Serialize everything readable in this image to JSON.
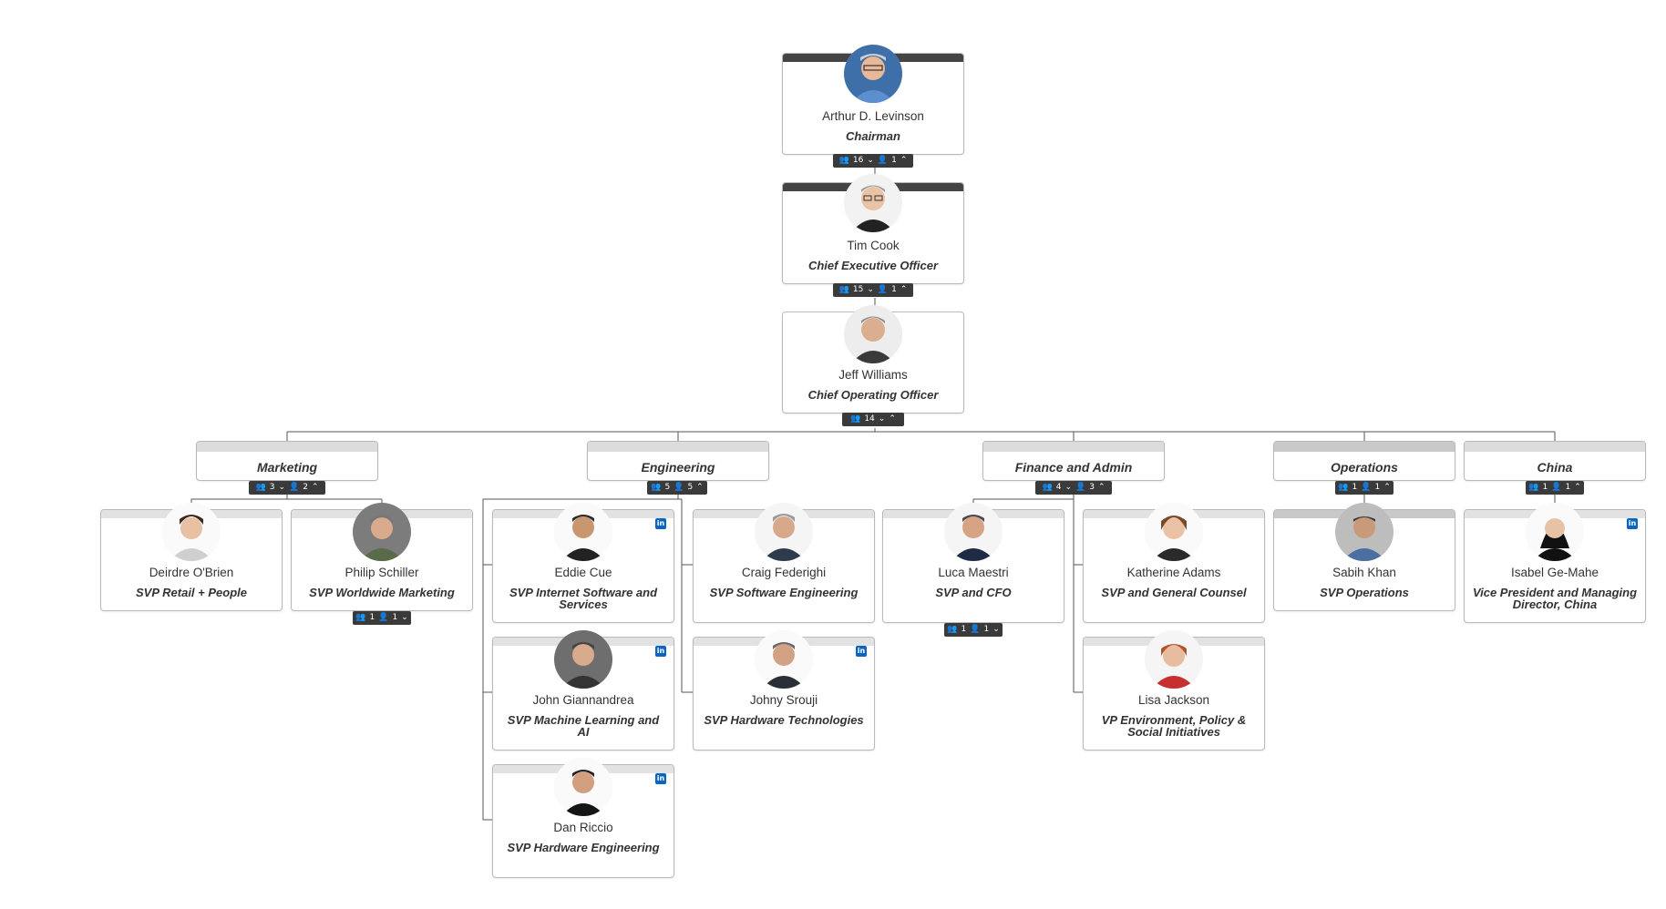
{
  "chart": {
    "chairman": {
      "name": "Arthur D. Levinson",
      "title": "Chairman",
      "team": "16",
      "reports": "1"
    },
    "ceo": {
      "name": "Tim Cook",
      "title": "Chief Executive Officer",
      "team": "15",
      "reports": "1"
    },
    "coo": {
      "name": "Jeff Williams",
      "title": "Chief Operating Officer",
      "team": "14"
    },
    "departments": [
      {
        "name": "Marketing",
        "team": "3",
        "reports": "2"
      },
      {
        "name": "Engineering",
        "team": "5",
        "reports": "5"
      },
      {
        "name": "Finance and Admin",
        "team": "4",
        "reports": "3"
      },
      {
        "name": "Operations",
        "team": "1",
        "reports": "1"
      },
      {
        "name": "China",
        "team": "1",
        "reports": "1"
      }
    ],
    "people": [
      {
        "name": "Deirdre O'Brien",
        "title": "SVP Retail + People"
      },
      {
        "name": "Philip Schiller",
        "title": "SVP Worldwide Marketing",
        "team": "1",
        "reports": "1"
      },
      {
        "name": "Eddie Cue",
        "title": "SVP Internet Software and Services",
        "badge": "in"
      },
      {
        "name": "John Giannandrea",
        "title": "SVP Machine Learning and AI",
        "badge": "in"
      },
      {
        "name": "Dan Riccio",
        "title": "SVP Hardware Engineering",
        "badge": "in"
      },
      {
        "name": "Craig Federighi",
        "title": "SVP Software Engineering"
      },
      {
        "name": "Johny Srouji",
        "title": "SVP Hardware Technologies",
        "badge": "in"
      },
      {
        "name": "Luca Maestri",
        "title": "SVP and CFO",
        "team": "1",
        "reports": "1"
      },
      {
        "name": "Katherine Adams",
        "title": "SVP and General Counsel"
      },
      {
        "name": "Lisa Jackson",
        "title": "VP Environment, Policy & Social Initiatives"
      },
      {
        "name": "Sabih Khan",
        "title": "SVP Operations"
      },
      {
        "name": "Isabel Ge-Mahe",
        "title": "Vice President and Managing Director, China",
        "badge": "in"
      }
    ]
  },
  "colors": {
    "line": "#555555",
    "control": "#3a3a3a",
    "border": "#b9b9b9",
    "linkedin": "#0a66c2"
  },
  "icons": {
    "team": "people-icon",
    "reports": "person-icon",
    "collapse": "chevron-up-icon",
    "expand": "chevron-down-icon",
    "linkedin": "linkedin-icon"
  }
}
